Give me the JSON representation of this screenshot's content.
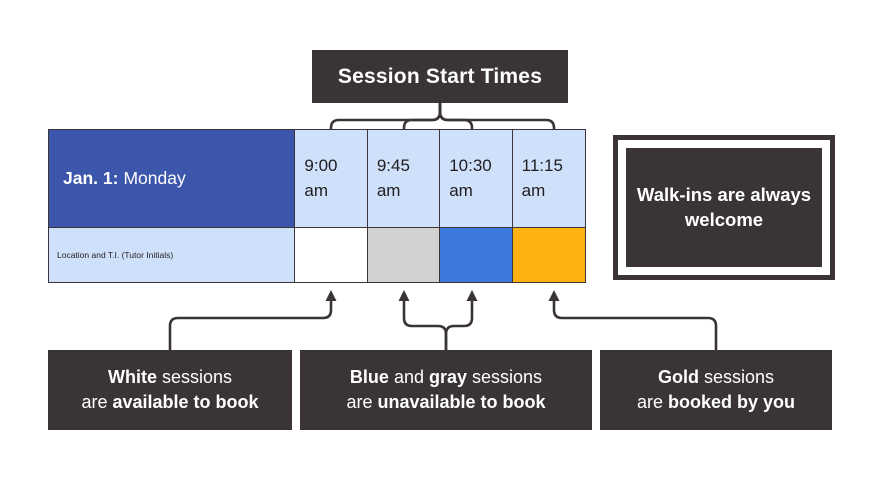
{
  "title_box": {
    "label": "Session Start Times"
  },
  "schedule": {
    "day": {
      "date_label": "Jan. 1:",
      "day_label": "Monday"
    },
    "location_row_label": "Location and T.I. (Tutor Initials)",
    "time_slots": [
      {
        "time": "9:00",
        "meridiem": "am",
        "state": "available",
        "color": "#ffffff"
      },
      {
        "time": "9:45",
        "meridiem": "am",
        "state": "unavailable",
        "color": "#d2d2d2"
      },
      {
        "time": "10:30",
        "meridiem": "am",
        "state": "unavailable",
        "color": "#3b7adb"
      },
      {
        "time": "11:15",
        "meridiem": "am",
        "state": "booked-by-you",
        "color": "#ffb110"
      }
    ]
  },
  "walkins_box": {
    "line1": "Walk-ins are",
    "line2": "always welcome"
  },
  "legend": [
    {
      "name": "white",
      "l1_strong": "White",
      "l1_rest": " sessions",
      "l2_lead": "are ",
      "l2_strong": "available to book"
    },
    {
      "name": "blue-gray",
      "l1_strong": "Blue",
      "l1_mid": " and ",
      "l1_strong2": "gray",
      "l1_rest": " sessions",
      "l2_lead": "are ",
      "l2_strong": "unavailable to book"
    },
    {
      "name": "gold",
      "l1_strong": "Gold",
      "l1_rest": " sessions",
      "l2_lead": "are ",
      "l2_strong": "booked by you"
    }
  ],
  "colors": {
    "dark": "#3a3436",
    "day_header_blue": "#3c56ab",
    "light_blue": "#cfe0fa",
    "session_blue": "#3b7adb",
    "session_gray": "#d2d2d2",
    "session_gold": "#ffb110",
    "session_white": "#ffffff"
  }
}
